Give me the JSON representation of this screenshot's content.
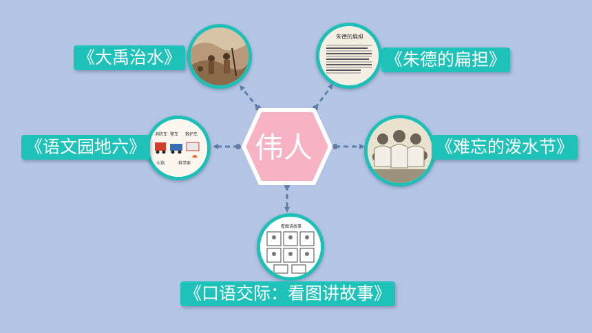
{
  "center": {
    "title": "伟人"
  },
  "nodes": [
    {
      "label": "《大禹治水》",
      "icon": "flood-painting-image"
    },
    {
      "label": "《朱德的扁担》",
      "icon": "text-page-image",
      "image_title": "朱德的扁担"
    },
    {
      "label": "《语文园地六》",
      "icon": "vocabulary-page-image",
      "image_words": [
        "消防车",
        "警车",
        "救护车",
        "火焰",
        "科学家"
      ]
    },
    {
      "label": "《难忘的泼水节》",
      "icon": "festival-crowd-image"
    },
    {
      "label": "《口语交际：看图讲故事》",
      "icon": "comic-strip-image",
      "image_title": "看图讲故事"
    }
  ],
  "colors": {
    "background": "#b4c4e4",
    "label_bg": "#1fc2b9",
    "hexagon_fill": "#f7b3c4",
    "hexagon_border": "#ffffff",
    "connector": "#5f7fa8"
  }
}
